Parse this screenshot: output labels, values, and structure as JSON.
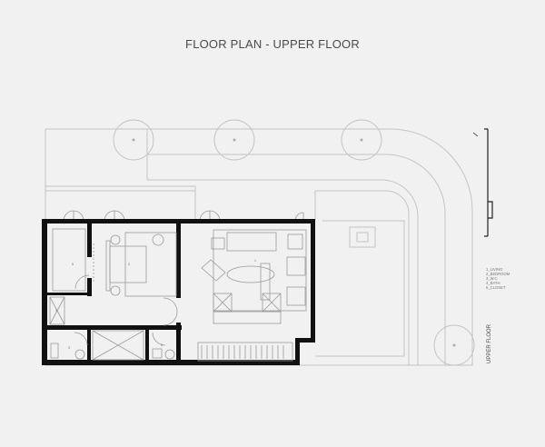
{
  "title": "FLOOR PLAN - UPPER FLOOR",
  "legend": [
    "1_LIVING",
    "2_BEDROOM",
    "3_W.C",
    "4_BATH",
    "5_CLOSET"
  ],
  "room_numbers": {
    "living": "1",
    "bedroom": "2",
    "wc_a": "3",
    "wc_b": "3",
    "bath": "4",
    "closet": "5"
  },
  "floor_label": "UPPER FLOOR",
  "colors": {
    "background": "#f1f1f1",
    "walls": "#111111",
    "site_lines": "#c4c4c4",
    "furniture": "#9a9a9a"
  }
}
